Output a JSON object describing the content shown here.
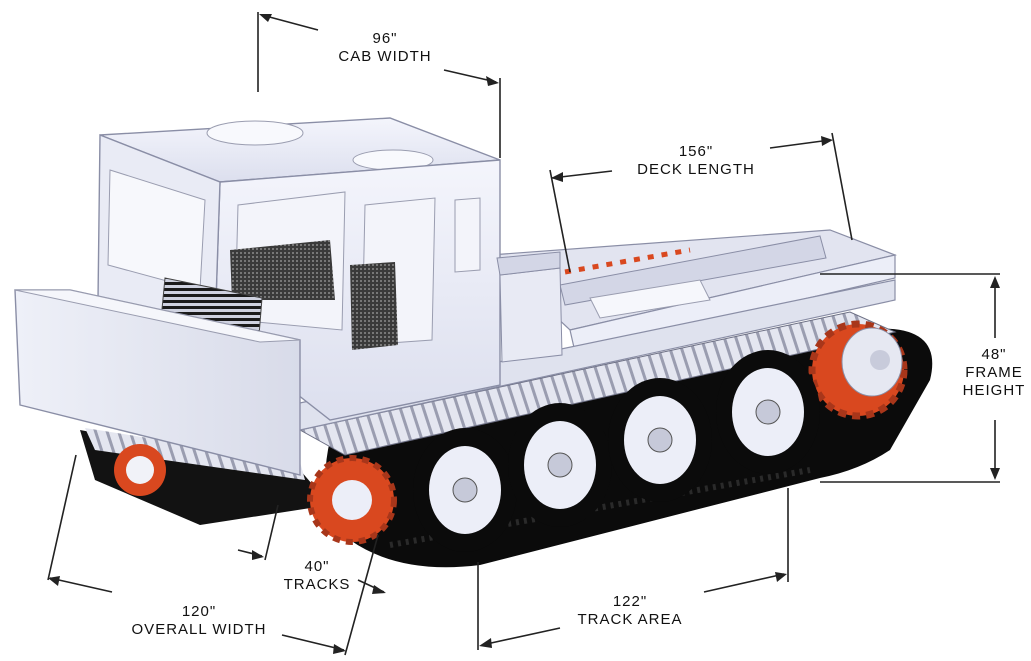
{
  "dimensions": {
    "cab_width": {
      "value": "96\"",
      "label": "CAB WIDTH"
    },
    "deck_length": {
      "value": "156\"",
      "label": "DECK LENGTH"
    },
    "frame_height": {
      "value": "48\"",
      "label_1": "FRAME",
      "label_2": "HEIGHT"
    },
    "tracks": {
      "value": "40\"",
      "label": "TRACKS"
    },
    "overall_width": {
      "value": "120\"",
      "label": "OVERALL WIDTH"
    },
    "track_area": {
      "value": "122\"",
      "label": "TRACK AREA"
    }
  },
  "colors": {
    "body": "#eceef8",
    "body_shade": "#d3d6e6",
    "body_edge": "#8a8ea6",
    "track": "#0b0b0b",
    "track_link": "#d8dae6",
    "sprocket": "#d9481f",
    "dimension_line": "#222222"
  }
}
